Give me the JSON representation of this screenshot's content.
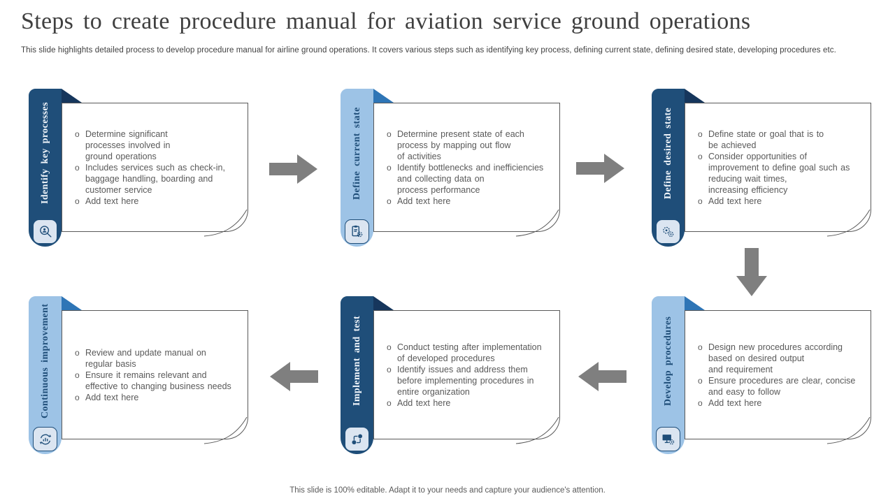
{
  "slide": {
    "title": "Steps to create procedure manual for aviation service ground operations",
    "subtitle": "This slide highlights detailed process to develop procedure manual for airline ground operations. It covers various steps such as identifying key process, defining current state, defining desired state, developing procedures etc.",
    "footer": "This slide is 100% editable. Adapt it to your needs and capture your audience's attention.",
    "bullet_marker": "o"
  },
  "colors": {
    "dark_tab": "#1f4e79",
    "dark_fold": "#16365c",
    "light_tab": "#9dc3e6",
    "light_fold": "#2e75b6",
    "tab_text_on_dark": "#f2f7fc",
    "tab_text_on_light": "#1f4e79",
    "body_text": "#595959",
    "panel_border": "#595959",
    "arrow": "#7f7f7f",
    "icon_badge_bg": "#dbe5f1"
  },
  "steps": [
    {
      "label": "Identify key processes",
      "variant": "dark",
      "icon": "search-person-icon",
      "bullets": [
        "Determine significant\nprocesses involved in\nground operations",
        "Includes services such as check-in,\nbaggage handling, boarding and\ncustomer service",
        "Add text here"
      ]
    },
    {
      "label": "Define current state",
      "variant": "light",
      "icon": "clipboard-audit-icon",
      "bullets": [
        "Determine present state of each\nprocess by mapping out flow\nof activities",
        "Identify bottlenecks and inefficiencies\nand collecting data on\nprocess performance",
        "Add text here"
      ]
    },
    {
      "label": "Define desired state",
      "variant": "dark",
      "icon": "gears-icon",
      "bullets": [
        "Define state or goal that is to\nbe achieved",
        "Consider opportunities of\nimprovement to define goal such as\nreducing wait times,\nincreasing efficiency",
        "Add text here"
      ]
    },
    {
      "label": "Continuous improvement",
      "variant": "light",
      "icon": "improvement-cycle-icon",
      "bullets": [
        "Review and update manual on\nregular basis",
        "Ensure it remains relevant and\neffective to changing business needs",
        "Add text here"
      ]
    },
    {
      "label": "Implement and test",
      "variant": "dark",
      "icon": "process-test-icon",
      "bullets": [
        "Conduct testing after implementation\nof developed procedures",
        "Identify issues and address them\nbefore implementing procedures in\nentire organization",
        "Add text here"
      ]
    },
    {
      "label": "Develop procedures",
      "variant": "light",
      "icon": "monitor-gear-icon",
      "bullets": [
        "Design new procedures according\nbased on desired output\nand requirement",
        "Ensure procedures are clear, concise\nand easy to follow",
        "Add text here"
      ]
    }
  ]
}
